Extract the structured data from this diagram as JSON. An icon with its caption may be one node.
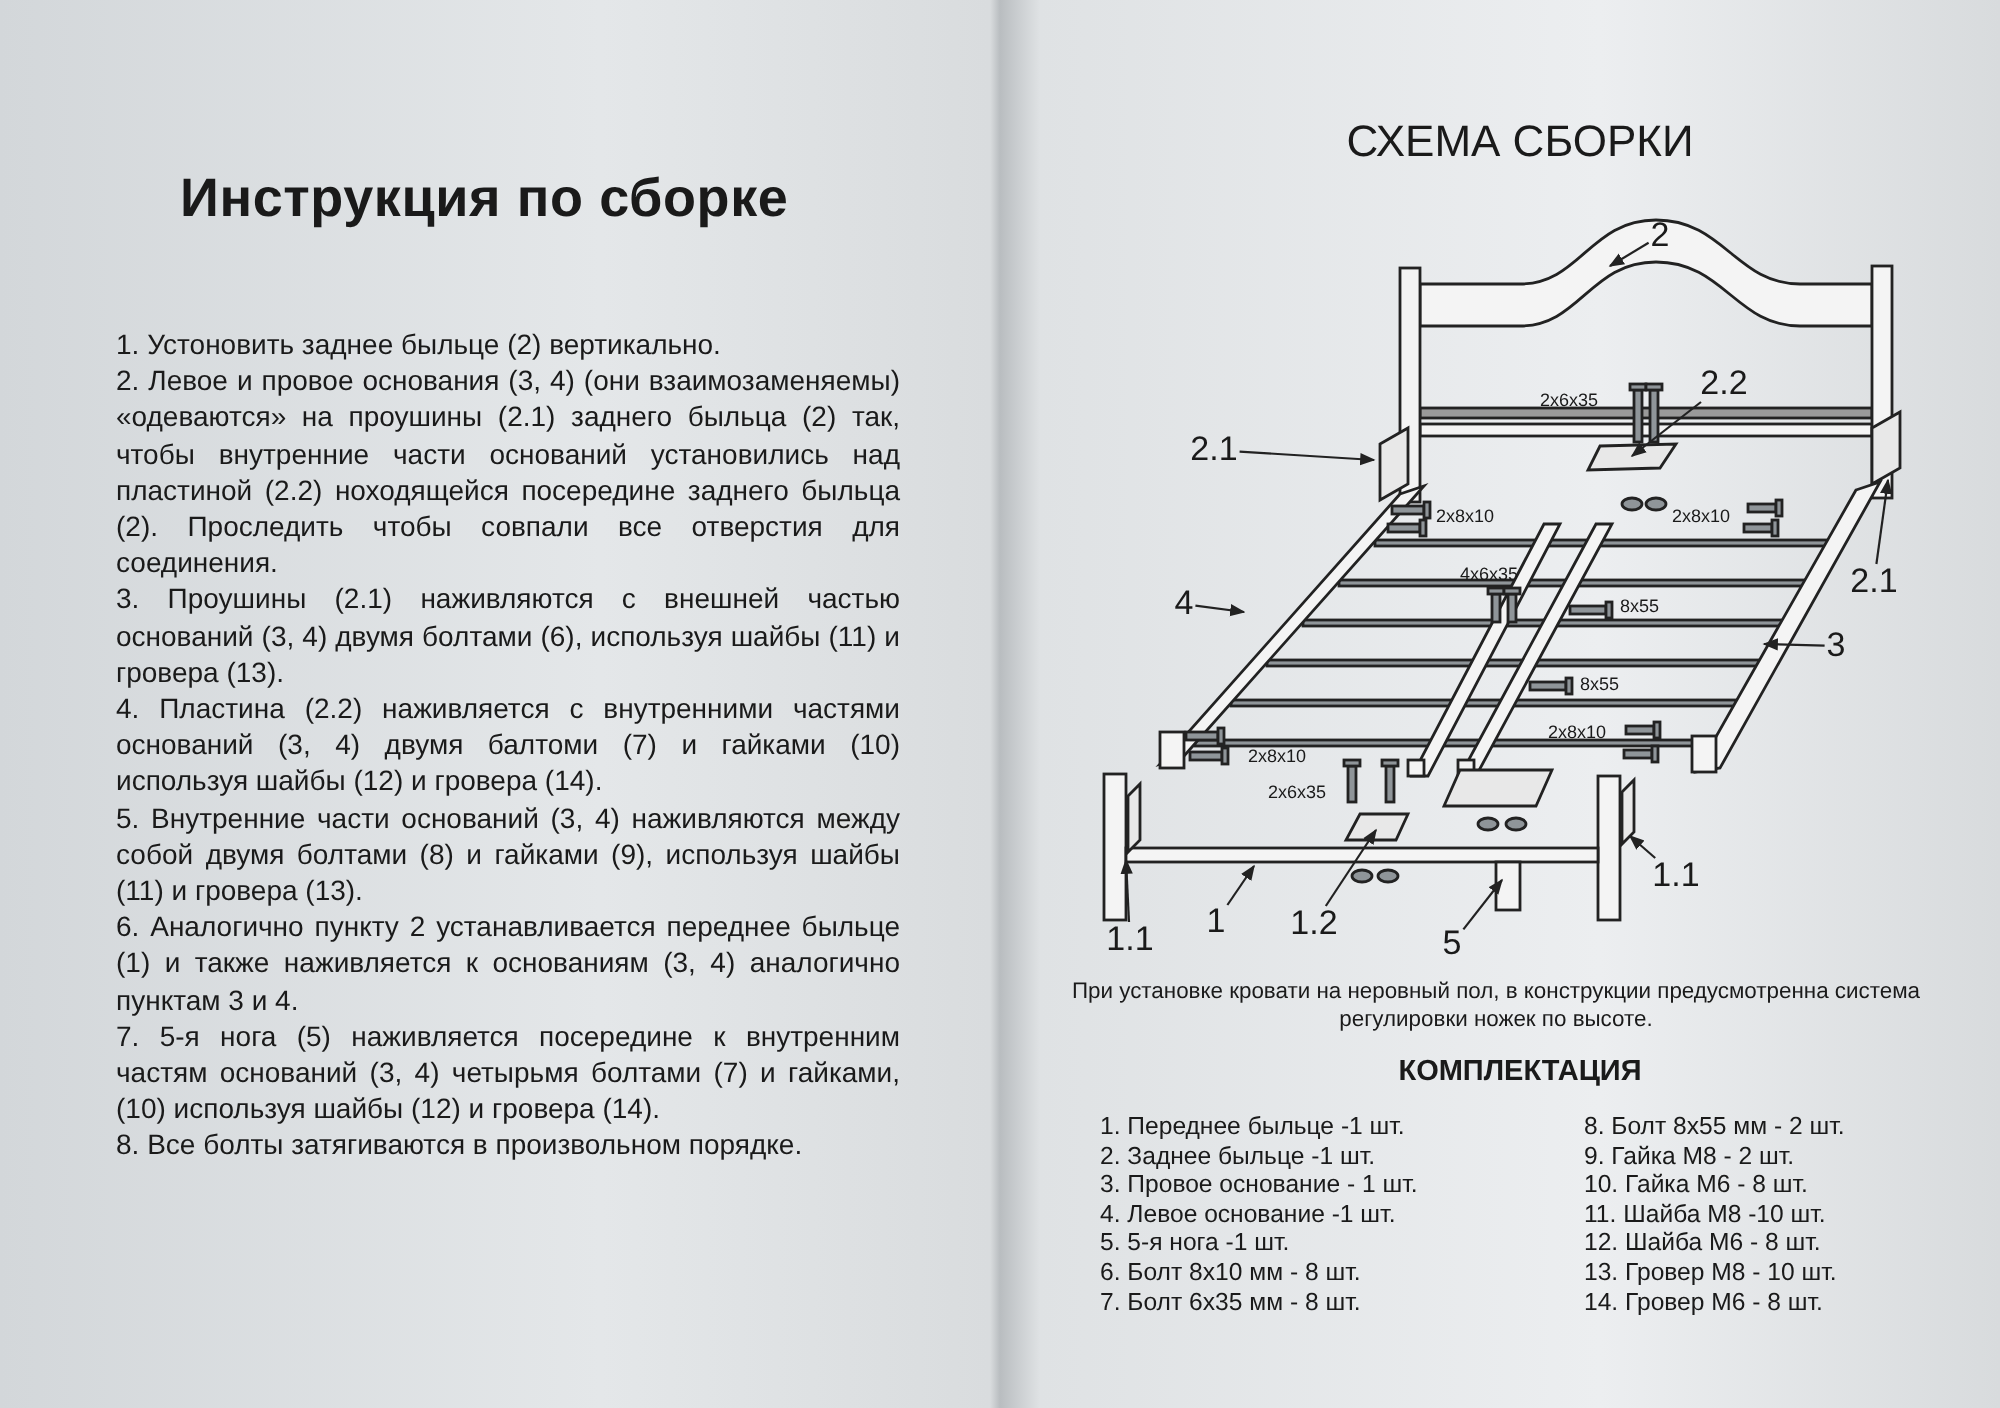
{
  "diagram": {
    "title": "Инструкция по сборке",
    "nodes": [
      {
        "text": [
          "2"
        ]
      },
      {
        "text": [
          "2.2"
        ]
      },
      {
        "text": [
          "2.1"
        ]
      },
      {
        "text": [
          "2.1"
        ]
      },
      {
        "text": [
          "4"
        ]
      },
      {
        "text": [
          "3"
        ]
      },
      {
        "text": [
          "1.1"
        ]
      },
      {
        "text": [
          "1"
        ]
      },
      {
        "text": [
          "1.2"
        ]
      },
      {
        "text": [
          "5"
        ]
      },
      {
        "text": [
          "1.1"
        ]
      }
    ],
    "edges": [
      {
        "from": 0,
        "to": null,
        "arrow": "to"
      },
      {
        "from": 1,
        "to": null,
        "arrow": "to"
      },
      {
        "from": 2,
        "to": null,
        "arrow": "to"
      },
      {
        "from": 3,
        "to": null,
        "arrow": "to"
      },
      {
        "from": 4,
        "to": null,
        "arrow": "to"
      },
      {
        "from": 5,
        "to": null,
        "arrow": "to"
      },
      {
        "from": 6,
        "to": null,
        "arrow": "to"
      },
      {
        "from": 7,
        "to": null,
        "arrow": "to"
      },
      {
        "from": 8,
        "to": null,
        "arrow": "to"
      },
      {
        "from": 9,
        "to": null,
        "arrow": "to"
      },
      {
        "from": 10,
        "to": null,
        "arrow": "to"
      }
    ],
    "labels": [
      "1. Устоновить заднее быльце (2) вертикально.",
      "2. Левое и провое основания (3, 4) (они взаимозаменяемы) «одеваются» на проушины (2.1) заднего быльца (2) так, чтобы внутренние части оснований установились над пластиной (2.2) ноходящейся посередине заднего быльца (2). Проследить чтобы совпали все отверстия для соединения.",
      "3. Проушины (2.1) наживляются с внешней частью оснований (3, 4) двумя болтами (6), используя шайбы (11) и гровера (13).",
      "4. Пластина (2.2) наживляется с внутренними частями оснований (3, 4) двумя балтоми (7) и гайками (10) используя шайбы (12) и гровера (14).",
      "5. Внутренние части оснований (3, 4) наживляются между собой двумя болтами (8) и гайками (9), используя шайбы (11) и гровера (13).",
      "6. Аналогично пункту 2 устанавливается переднее быльце (1) и также наживляется к основаниям (3, 4) аналогично пунктам 3 и 4.",
      "7. 5-я нога (5) наживляется посередине к внутренним частям оснований (3, 4) четырьмя болтами (7) и гайками, (10) используя шайбы (12) и гровера (14).",
      "8. Все болты затягиваются в произвольном порядке.",
      "СХЕМА СБОРКИ",
      "2x6x35",
      "2x8x10",
      "2x8x10",
      "4x6x35",
      "8x55",
      "8x55",
      "2x8x10",
      "2x8x10",
      "2x6x35",
      "При установке кровати на неровный пол, в конструкции предусмотренна система регулировки ножек по высоте.",
      "КОМПЛЕКТАЦИЯ",
      "1. Переднее быльце -1 шт.",
      "2. Заднее быльце -1 шт.",
      "3. Провое основание - 1 шт.",
      "4. Левое основание -1 шт.",
      "5. 5-я нога -1 шт.",
      "6. Болт 8x10 мм - 8 шт.",
      "7. Болт 6x35 мм - 8 шт.",
      "8. Болт 8x55 мм - 2 шт.",
      "9. Гайка М8 - 2 шт.",
      "10. Гайка М6 - 8 шт.",
      "11. Шайба М8 -10 шт.",
      "12. Шайба М6 - 8 шт.",
      "13. Гровер М8 - 10 шт.",
      "14. Гровер М6 - 8 шт."
    ]
  }
}
